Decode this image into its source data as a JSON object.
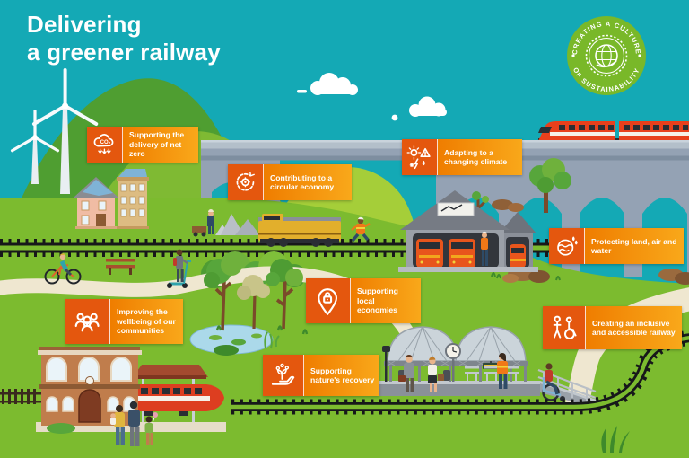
{
  "title": {
    "line1": "Delivering",
    "line2": "a greener railway"
  },
  "badge": {
    "arc_top": "CREATING A CULTURE",
    "arc_bottom": "OF SUSTAINABILITY",
    "icon": "globe-leaf-icon",
    "color": "#79B829"
  },
  "callouts": [
    {
      "id": "net-zero",
      "label": "Supporting the delivery of net zero",
      "icon": "co2-cloud-icon"
    },
    {
      "id": "circular-economy",
      "label": "Contributing to a circular economy",
      "icon": "circular-arrows-icon"
    },
    {
      "id": "climate",
      "label": "Adapting to a changing climate",
      "icon": "weather-alert-icon"
    },
    {
      "id": "land-air-water",
      "label": "Protecting land, air and water",
      "icon": "globe-water-icon"
    },
    {
      "id": "local-economies",
      "label": "Supporting local economies",
      "icon": "pin-padlock-icon"
    },
    {
      "id": "wellbeing",
      "label": "Improving the wellbeing of our communities",
      "icon": "community-people-icon"
    },
    {
      "id": "inclusive",
      "label": "Creating an inclusive and accessible railway",
      "icon": "accessibility-icon"
    },
    {
      "id": "nature",
      "label": "Supporting nature's recovery",
      "icon": "hand-plant-icon"
    }
  ],
  "colors": {
    "sky_teal": "#14A9B5",
    "grass_green": "#7CBB2F",
    "badge_green": "#79B829",
    "callout_icon_orange": "#E4570E",
    "callout_gradient_start": "#EF7D00",
    "callout_gradient_end": "#F9A81A",
    "viaduct_grey": "#94A2B4",
    "train_red": "#E8401C"
  }
}
